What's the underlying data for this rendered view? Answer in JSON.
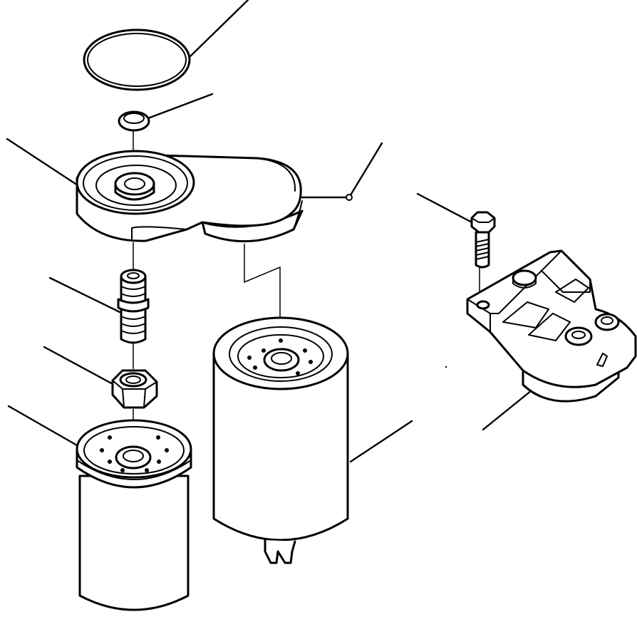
{
  "diagram": {
    "type": "exploded-parts-view",
    "line_color": "#000000",
    "background": "#ffffff",
    "parts": [
      "o-ring",
      "seal-washer",
      "filter-head",
      "connector-nipple",
      "hex-nut",
      "fuel-filter-small",
      "fuel-filter-large",
      "hex-bolt",
      "mounting-bracket"
    ],
    "callouts": []
  }
}
